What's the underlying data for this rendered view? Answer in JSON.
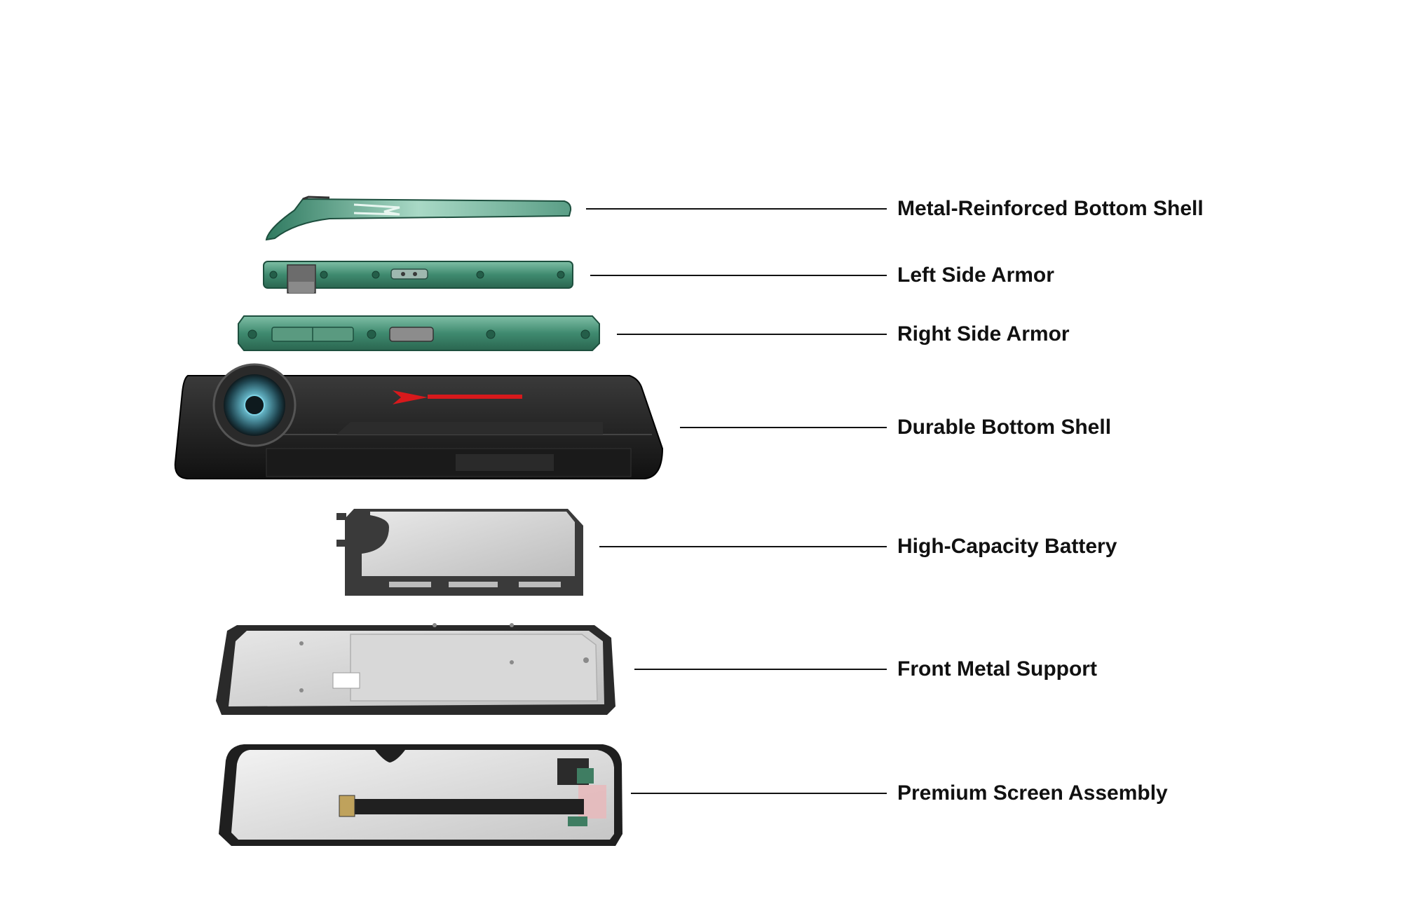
{
  "colors": {
    "background": "#ffffff",
    "leader_line": "#111111",
    "label_text": "#111111",
    "armor_green": "#3f8a6f",
    "shell_black": "#1c1c1c",
    "accent_red": "#d8191c",
    "battery_grey": "#d2d2d2",
    "frame_silver": "#cfcfcf",
    "screen_grey": "#c8c8c8"
  },
  "components": [
    {
      "label": "Metal-Reinforced Bottom Shell",
      "illustration": "green-metal-shell-plate"
    },
    {
      "label": "Left Side Armor",
      "illustration": "green-side-rail-with-tray"
    },
    {
      "label": "Right Side Armor",
      "illustration": "green-side-rail-with-buttons"
    },
    {
      "label": "Durable Bottom Shell",
      "illustration": "black-rugged-back-shell-with-camera"
    },
    {
      "label": "High-Capacity Battery",
      "illustration": "battery-cell"
    },
    {
      "label": "Front Metal Support",
      "illustration": "metal-midframe"
    },
    {
      "label": "Premium Screen Assembly",
      "illustration": "display-panel-with-flex-cable"
    }
  ]
}
